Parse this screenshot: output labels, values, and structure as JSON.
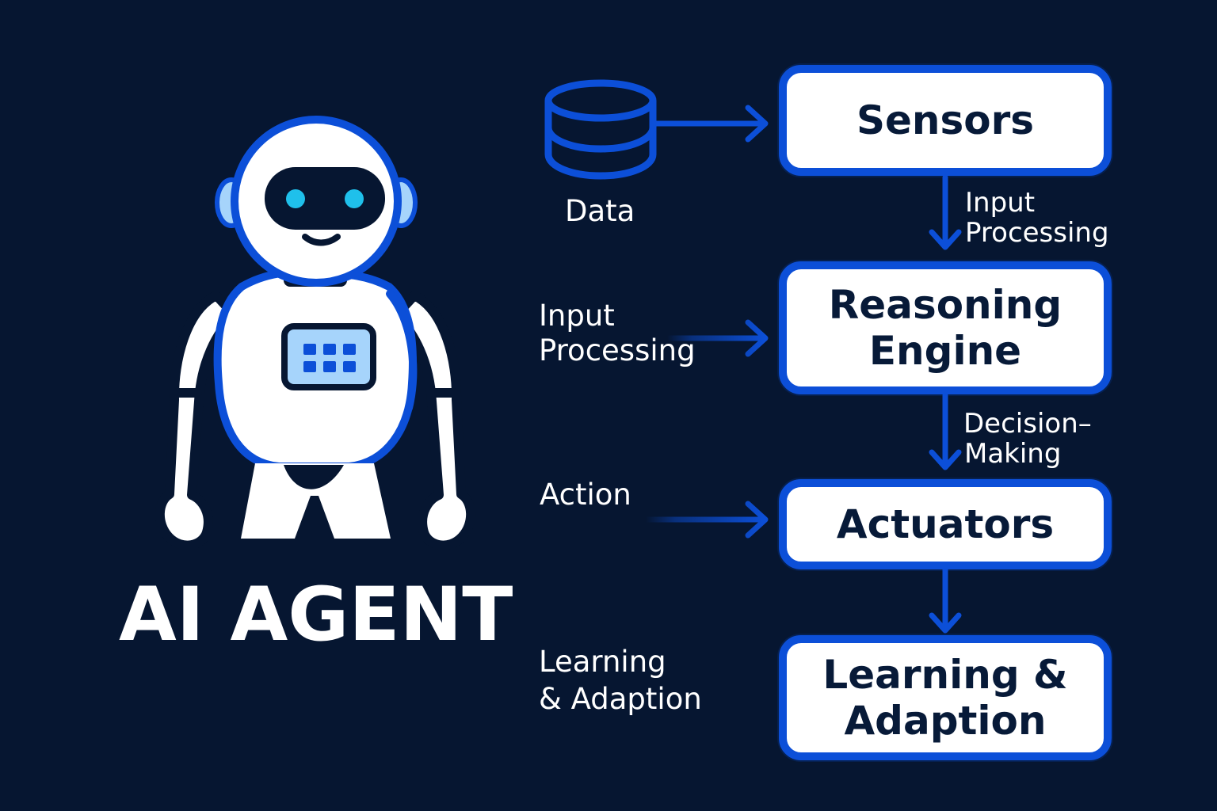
{
  "colors": {
    "background": "#061631",
    "accent": "#0c4fd8",
    "box_fill": "#ffffff",
    "box_text": "#071a38",
    "eye": "#1fc0eb",
    "screen": "#a6d4fb"
  },
  "brand": {
    "title": "AI AGENT",
    "figure_icon": "robot-icon",
    "data_icon": "database-icon"
  },
  "left_labels": {
    "data": "Data",
    "input_processing_line_1": "Input",
    "input_processing_line_2": "Processing",
    "action": "Action",
    "learning_line_1": "Learning",
    "learning_line_2": "& Adaption"
  },
  "transition_labels": {
    "input_processing_line_1": "Input",
    "input_processing_line_2": "Processing",
    "decision_making_line_1": "Decision–",
    "decision_making_line_2": "Making"
  },
  "stages": [
    {
      "label": "Sensors"
    },
    {
      "label": "Reasoning\nEngine"
    },
    {
      "label": "Actuators"
    },
    {
      "label": "Learning &\nAdaption"
    }
  ]
}
